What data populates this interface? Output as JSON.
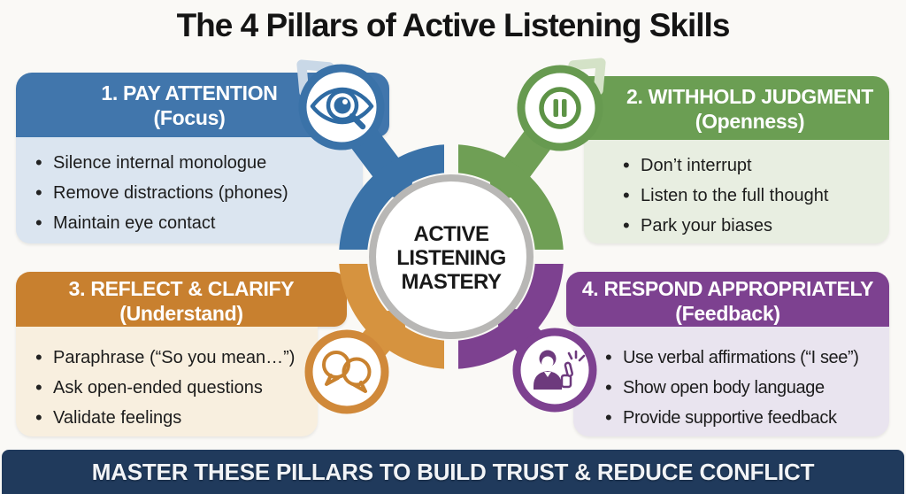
{
  "title": "The 4 Pillars of Active Listening Skills",
  "center": {
    "words": [
      "ACTIVE",
      "LISTENING",
      "MASTERY"
    ]
  },
  "footer": {
    "text": "MASTER THESE PILLARS TO BUILD TRUST & REDUCE CONFLICT"
  },
  "pillars": [
    {
      "title": "1. PAY ATTENTION",
      "subtitle": "(Focus)",
      "icon": "eye-magnifier-icon",
      "header_color": "#4176ac",
      "body_color": "#dbe5f0",
      "items": [
        "Silence internal monologue",
        "Remove distractions (phones)",
        "Maintain eye contact"
      ]
    },
    {
      "title": "2. WITHHOLD JUDGMENT",
      "subtitle": "(Openness)",
      "icon": "pause-icon",
      "header_color": "#6b9e53",
      "body_color": "#e8eee1",
      "items": [
        "Don’t interrupt",
        "Listen to the full thought",
        "Park your biases"
      ]
    },
    {
      "title": "3. REFLECT & CLARIFY",
      "subtitle": "(Understand)",
      "icon": "speech-bubbles-icon",
      "header_color": "#c8802f",
      "body_color": "#f8efdf",
      "items": [
        "Paraphrase (“So you mean…”)",
        "Ask open-ended questions",
        "Validate feelings"
      ]
    },
    {
      "title": "4. RESPOND APPROPRIATELY",
      "subtitle": "(Feedback)",
      "icon": "person-thumbs-up-icon",
      "header_color": "#7d4190",
      "body_color": "#e9e4ef",
      "items": [
        "Use verbal affirmations (“I see”)",
        "Show open body language",
        "Provide supportive feedback"
      ]
    }
  ],
  "palette": {
    "background": "#faf9f6",
    "title_text": "#141414",
    "body_text": "#1c1c1c",
    "ring_blue": "#3a72a8",
    "ring_green": "#6f9f55",
    "ring_orange": "#d6933f",
    "ring_purple": "#7d4190",
    "center_ring_gray": "#b8b7b5",
    "footer_bg": "#203a5c",
    "footer_text": "#f2f4f7"
  }
}
